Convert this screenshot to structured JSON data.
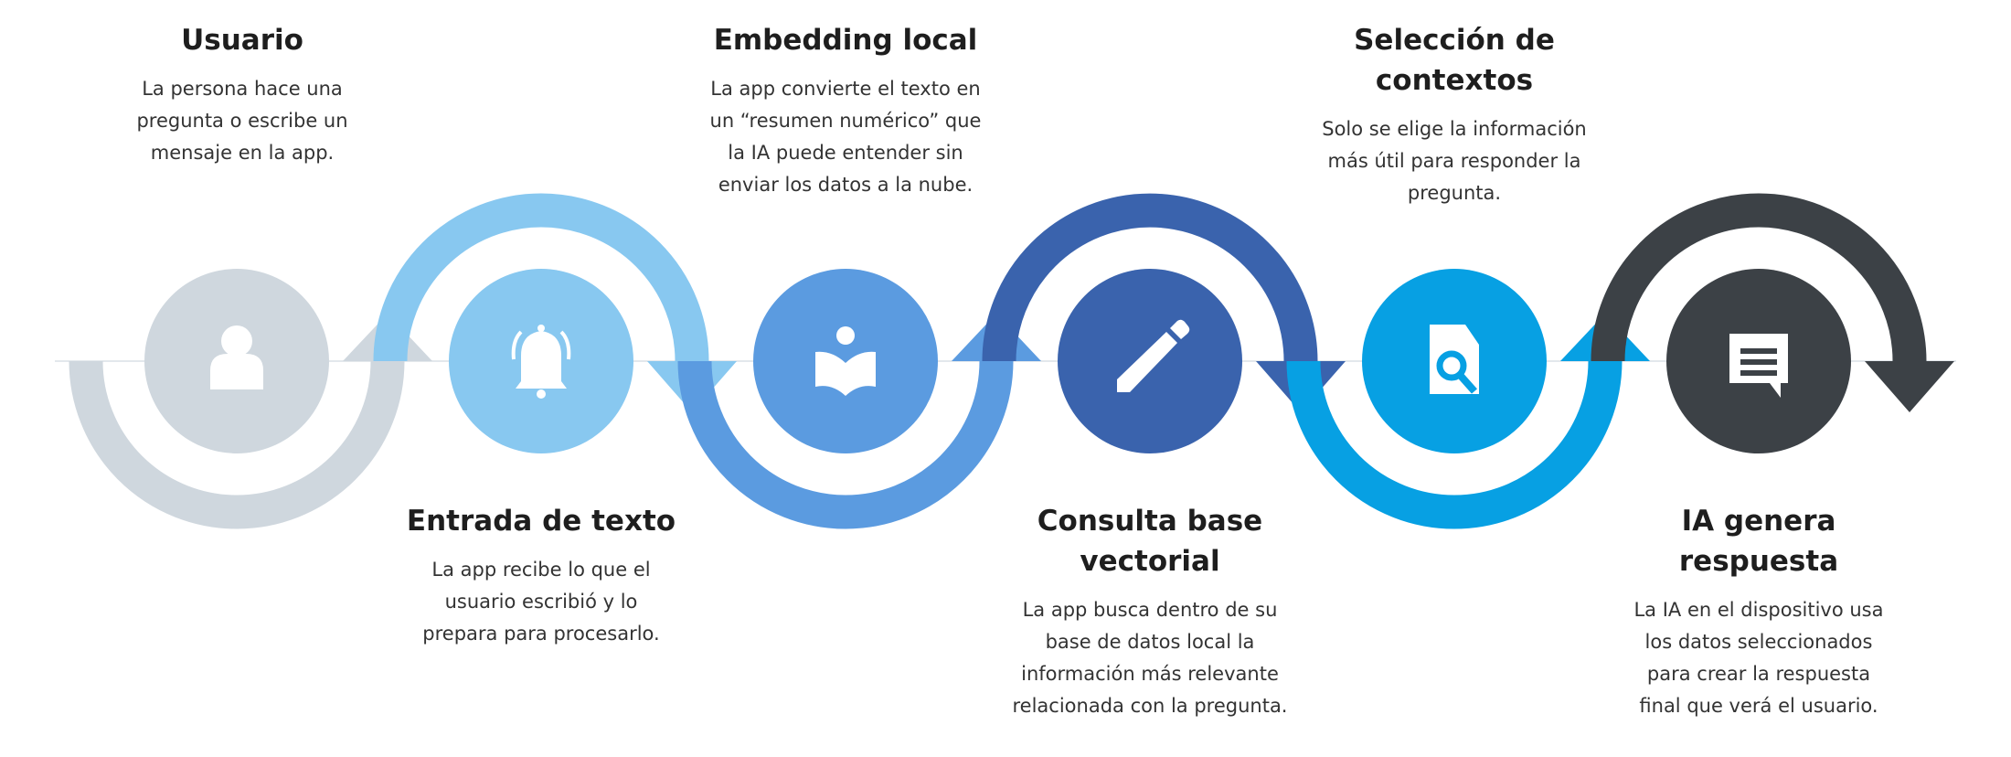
{
  "steps": [
    {
      "title": [
        "Usuario"
      ],
      "body": [
        "La persona hace una",
        "pregunta o escribe un",
        "mensaje en la app."
      ],
      "color": "#cfd7de",
      "icon": "user-icon",
      "text_position": "top",
      "arc": "bottom"
    },
    {
      "title": [
        "Entrada de texto"
      ],
      "body": [
        "La app recibe lo que el",
        "usuario escribió y lo",
        "prepara para procesarlo."
      ],
      "color": "#88c8f0",
      "icon": "bell-icon",
      "text_position": "bottom",
      "arc": "top"
    },
    {
      "title": [
        "Embedding local"
      ],
      "body": [
        "La app convierte el texto en",
        "un “resumen numérico” que",
        "la IA puede entender sin",
        "enviar los datos a la nube."
      ],
      "color": "#5b9be0",
      "icon": "book-reader-icon",
      "text_position": "top",
      "arc": "bottom"
    },
    {
      "title": [
        "Consulta base",
        "vectorial"
      ],
      "body": [
        "La app busca dentro de su",
        "base de datos local la",
        "información más relevante",
        "relacionada con la pregunta."
      ],
      "color": "#3a63ad",
      "icon": "pencil-icon",
      "text_position": "bottom",
      "arc": "top"
    },
    {
      "title": [
        "Selección de",
        "contextos"
      ],
      "body": [
        "Solo se elige la información",
        "más útil para responder la",
        "pregunta."
      ],
      "color": "#07a0e3",
      "icon": "document-search-icon",
      "text_position": "top",
      "arc": "bottom"
    },
    {
      "title": [
        "IA genera",
        "respuesta"
      ],
      "body": [
        "La IA en el dispositivo usa",
        "los datos seleccionados",
        "para crear la respuesta",
        "final que verá el usuario."
      ],
      "color": "#3c4146",
      "icon": "chat-message-icon",
      "text_position": "bottom",
      "arc": "top"
    }
  ]
}
